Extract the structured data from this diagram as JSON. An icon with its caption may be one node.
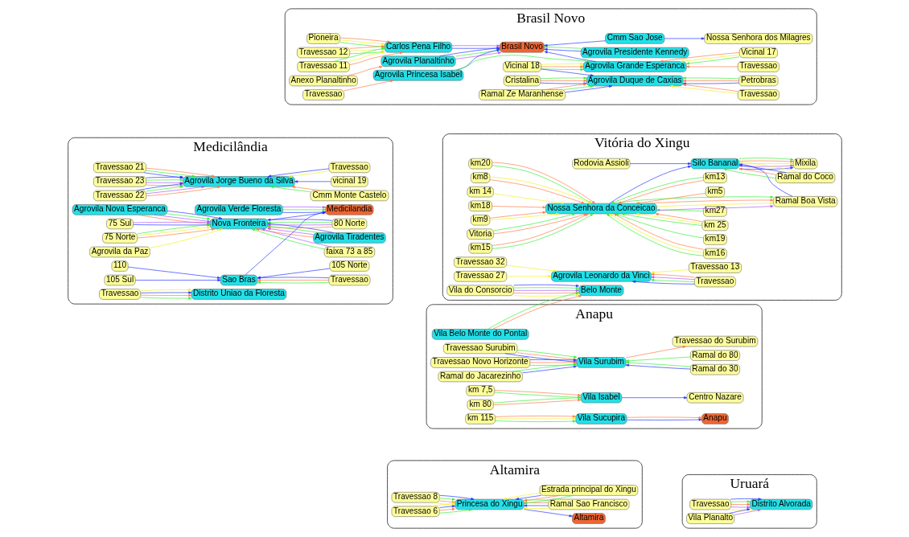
{
  "diagram": {
    "nodes": [
      {
        "text": [
          "Brasil Novo"
        ]
      },
      {
        "text": [
          "Pioneira"
        ],
        "in": 0
      },
      {
        "text": [
          "Travessao 12"
        ],
        "in": 0
      },
      {
        "text": [
          "Nossa Senhora dos Milagres"
        ],
        "in": 0
      },
      {
        "text": [
          "Carlos Pena Filho"
        ],
        "in": 0
      },
      {
        "text": [
          "Travessao 11"
        ],
        "in": 0
      },
      {
        "text": [
          "Anexo Planaltinho"
        ],
        "in": 0
      },
      {
        "text": [
          "Agrovila Planaltinho"
        ],
        "in": 0
      },
      {
        "text": [
          "Brasil Novo"
        ],
        "in": 0
      },
      {
        "text": [
          "Agrovila Presidente Kennedy"
        ],
        "in": 0
      },
      {
        "text": [
          "Cmm Sao Jose"
        ],
        "in": 0
      },
      {
        "text": [
          "Travessao"
        ],
        "in": 0
      },
      {
        "text": [
          "Agrovila Princesa Isabel"
        ],
        "in": 0
      },
      {
        "text": [
          "Vicinal 17"
        ],
        "in": 0
      },
      {
        "text": [
          "Agrovila Grande Esperanca"
        ],
        "in": 0
      },
      {
        "text": [
          "Vicinal 18"
        ],
        "in": 0
      },
      {
        "text": [
          "Travessao"
        ],
        "in": 0
      },
      {
        "text": [
          "Petrobras"
        ],
        "in": 0
      },
      {
        "text": [
          "Cristalina"
        ],
        "in": 0
      },
      {
        "text": [
          "Agrovila Duque de Caxias"
        ],
        "in": 0
      },
      {
        "text": [
          "Travessao"
        ],
        "in": 0
      },
      {
        "text": [
          "Ramal Ze Maranhense"
        ],
        "in": 0
      },
      {
        "text": [
          "Medicilândia"
        ]
      },
      {
        "text": [
          "Agrovila Nova Esperanca"
        ],
        "in": 22
      },
      {
        "text": [
          "Agrovila Tiradentes"
        ],
        "in": 22
      },
      {
        "text": [
          "Travessao 23"
        ],
        "in": 22
      },
      {
        "text": [
          "Cmm Monte Castelo"
        ],
        "in": 22
      },
      {
        "text": [
          "Travessao 22"
        ],
        "in": 22
      },
      {
        "text": [
          "75 Sul"
        ],
        "in": 22
      },
      {
        "text": [
          "80 Norte"
        ],
        "in": 22
      },
      {
        "text": [
          "vicinal 19"
        ],
        "in": 22
      },
      {
        "text": [
          "Agrovila Verde Floresta"
        ],
        "in": 22
      },
      {
        "text": [
          "Nova Fronteira"
        ],
        "in": 22
      },
      {
        "text": [
          "Agrovila Jorge Bueno da Silva"
        ],
        "in": 22
      },
      {
        "text": [
          "Medicilandia"
        ],
        "in": 22
      },
      {
        "text": [
          "Travessao 21"
        ],
        "in": 22
      },
      {
        "text": [
          "110"
        ],
        "in": 22
      },
      {
        "text": [
          "105 Norte"
        ],
        "in": 22
      },
      {
        "text": [
          "75 Norte"
        ],
        "in": 22
      },
      {
        "text": [
          "Travessao"
        ],
        "in": 22
      },
      {
        "text": [
          "faixa 73 a 85"
        ],
        "in": 22
      },
      {
        "text": [
          "Sao Bras"
        ],
        "in": 22
      },
      {
        "text": [
          "105 Sul"
        ],
        "in": 22
      },
      {
        "text": [
          "Travessao"
        ],
        "in": 22
      },
      {
        "text": [
          "Agrovila da Paz"
        ],
        "in": 22
      },
      {
        "text": [
          "Distrito Uniao da Floresta"
        ],
        "in": 22
      },
      {
        "text": [
          "Travessao"
        ],
        "in": 22
      },
      {
        "text": [
          "Vitória do Xingu"
        ]
      },
      {
        "text": [
          "km15"
        ],
        "in": 47
      },
      {
        "text": [
          "km16"
        ],
        "in": 47
      },
      {
        "text": [
          "km20"
        ],
        "in": 47
      },
      {
        "text": [
          "km19"
        ],
        "in": 47
      },
      {
        "text": [
          "km8"
        ],
        "in": 47
      },
      {
        "text": [
          "km 25"
        ],
        "in": 47
      },
      {
        "text": [
          "km 14"
        ],
        "in": 47
      },
      {
        "text": [
          "km27"
        ],
        "in": 47
      },
      {
        "text": [
          "Nossa Senhora da Conceicao"
        ],
        "in": 47
      },
      {
        "text": [
          "Ramal Boa Vista"
        ],
        "in": 47
      },
      {
        "text": [
          "km18"
        ],
        "in": 47
      },
      {
        "text": [
          "Rodovia Assioli"
        ],
        "in": 47
      },
      {
        "text": [
          "km5"
        ],
        "in": 47
      },
      {
        "text": [
          "km9"
        ],
        "in": 47
      },
      {
        "text": [
          "km13"
        ],
        "in": 47
      },
      {
        "text": [
          "Silo Bananal"
        ],
        "in": 47
      },
      {
        "text": [
          "Vitoria"
        ],
        "in": 47
      },
      {
        "text": [
          "Mixila"
        ],
        "in": 47
      },
      {
        "text": [
          "Ramal do Coco"
        ],
        "in": 47
      },
      {
        "text": [
          "Vila do Consorcio"
        ],
        "in": 47
      },
      {
        "text": [
          "Travessao 32"
        ],
        "in": 47
      },
      {
        "text": [
          "Travessao 13"
        ],
        "in": 47
      },
      {
        "text": [
          "Agrovila Leonardo da Vinci"
        ],
        "in": 47
      },
      {
        "text": [
          "Travessao 27"
        ],
        "in": 47
      },
      {
        "text": [
          "Belo Monte"
        ],
        "in": 47
      },
      {
        "text": [
          "Travessao"
        ],
        "in": 47
      },
      {
        "text": [
          "Anapu"
        ]
      },
      {
        "text": [
          "Ramal do Jacarezinho"
        ],
        "in": 74
      },
      {
        "text": [
          "km 7,5"
        ],
        "in": 74
      },
      {
        "text": [
          "Centro Nazare"
        ],
        "in": 74
      },
      {
        "text": [
          "Ramal do 30"
        ],
        "in": 74
      },
      {
        "text": [
          "Travessao Surubim"
        ],
        "in": 74
      },
      {
        "text": [
          "Vila Isabel"
        ],
        "in": 74
      },
      {
        "text": [
          "Vila Surubim"
        ],
        "in": 74
      },
      {
        "text": [
          "Ramal do 80"
        ],
        "in": 74
      },
      {
        "text": [
          "km 80"
        ],
        "in": 74
      },
      {
        "text": [
          "Vila Belo Monte do Pontal"
        ],
        "in": 74
      },
      {
        "text": [
          "Travessao Novo Horizonte"
        ],
        "in": 74
      },
      {
        "text": [
          "km 115"
        ],
        "in": 74
      },
      {
        "text": [
          "Travessao do Surubim"
        ],
        "in": 74
      },
      {
        "text": [
          "Vila Sucupira"
        ],
        "in": 74
      },
      {
        "text": [
          "Anapu"
        ],
        "in": 74
      },
      {
        "text": [
          "Altamira"
        ]
      },
      {
        "text": [
          "Travessao 8"
        ],
        "in": 90
      },
      {
        "text": [
          "Altamira"
        ],
        "in": 90
      },
      {
        "text": [
          "Ramal Sao Francisco"
        ],
        "in": 90
      },
      {
        "text": [
          "Princesa do Xingu"
        ],
        "in": 90
      },
      {
        "text": [
          "Travessao 6"
        ],
        "in": 90
      },
      {
        "text": [
          "Estrada principal do Xingu"
        ],
        "in": 90
      },
      {
        "text": [
          "Uruará"
        ]
      },
      {
        "text": [
          "Travessao"
        ],
        "in": 97
      },
      {
        "text": [
          "Vila Planalto"
        ],
        "in": 97
      },
      {
        "text": [
          "Distrito Alvorada"
        ],
        "in": 97
      }
    ],
    "edges": [
      {
        "from": 1,
        "to": 4,
        "arrow": "to",
        "color": "#33ee33"
      },
      {
        "from": 1,
        "to": 4,
        "arrow": "to",
        "color": "#f0f020"
      },
      {
        "from": 1,
        "to": 4,
        "arrow": "to",
        "color": "#ff7744"
      },
      {
        "from": 2,
        "to": 4,
        "arrow": "to",
        "color": "#33ee33"
      },
      {
        "from": 2,
        "to": 4,
        "arrow": "to",
        "color": "#f0f020"
      },
      {
        "from": 2,
        "to": 4,
        "arrow": "to",
        "color": "#ff7744"
      },
      {
        "from": 5,
        "to": 4,
        "arrow": "to",
        "color": "#ff7744"
      },
      {
        "from": 5,
        "to": 4,
        "arrow": "to",
        "color": "#f0f020"
      },
      {
        "from": 5,
        "to": 4,
        "arrow": "to",
        "color": "#33ee33"
      },
      {
        "from": 4,
        "to": 8,
        "arrow": "to",
        "color": "#2233ff"
      },
      {
        "from": 4,
        "to": 8,
        "arrow": "to",
        "color": "#aa55ff"
      },
      {
        "from": 10,
        "to": 3,
        "arrow": "to",
        "color": "#2233ff"
      },
      {
        "from": 10,
        "to": 8,
        "arrow": "to",
        "color": "#2233ff"
      },
      {
        "from": 6,
        "to": 7,
        "arrow": "to",
        "color": "#ff7744"
      },
      {
        "from": 7,
        "to": 8,
        "arrow": "to",
        "color": "#aa55ff"
      },
      {
        "from": 7,
        "to": 8,
        "arrow": "to",
        "color": "#33ee33"
      },
      {
        "from": 7,
        "to": 8,
        "arrow": "to",
        "color": "#2233ff"
      },
      {
        "from": 9,
        "to": 8,
        "arrow": "to",
        "color": "#2233ff"
      },
      {
        "from": 9,
        "to": 8,
        "arrow": "to",
        "color": "#33ee33"
      },
      {
        "from": 12,
        "to": 8,
        "arrow": "to",
        "color": "#2233ff"
      },
      {
        "from": 11,
        "to": 12,
        "arrow": "to",
        "color": "#ff7744"
      },
      {
        "from": 12,
        "to": 14,
        "arrow": "to",
        "color": "#33ee33"
      },
      {
        "from": 14,
        "to": 8,
        "arrow": "to",
        "color": "#2233ff"
      },
      {
        "from": 13,
        "to": 14,
        "arrow": "to",
        "color": "#33ee33"
      },
      {
        "from": 13,
        "to": 14,
        "arrow": "to",
        "color": "#f0f020"
      },
      {
        "from": 13,
        "to": 14,
        "arrow": "to",
        "color": "#ff7744"
      },
      {
        "from": 15,
        "to": 14,
        "arrow": "to",
        "color": "#33ee33"
      },
      {
        "from": 15,
        "to": 14,
        "arrow": "to",
        "color": "#ff7744"
      },
      {
        "from": 15,
        "to": 14,
        "arrow": "to",
        "color": "#f0f020"
      },
      {
        "from": 16,
        "to": 14,
        "arrow": "to",
        "color": "#ff7744"
      },
      {
        "from": 15,
        "to": 19,
        "arrow": "to",
        "color": "#2233ff"
      },
      {
        "from": 17,
        "to": 19,
        "arrow": "to",
        "color": "#2233ff"
      },
      {
        "from": 17,
        "to": 19,
        "arrow": "to",
        "color": "#ff7744"
      },
      {
        "from": 17,
        "to": 19,
        "arrow": "to",
        "color": "#33ee33"
      },
      {
        "from": 18,
        "to": 19,
        "arrow": "to",
        "color": "#2233ff"
      },
      {
        "from": 18,
        "to": 19,
        "arrow": "to",
        "color": "#ff7744"
      },
      {
        "from": 18,
        "to": 19,
        "arrow": "to",
        "color": "#33ee33"
      },
      {
        "from": 20,
        "to": 19,
        "arrow": "to",
        "color": "#f0f020"
      },
      {
        "from": 20,
        "to": 19,
        "arrow": "to",
        "color": "#ff7744"
      },
      {
        "from": 21,
        "to": 19,
        "arrow": "to",
        "color": "#2233ff"
      },
      {
        "from": 21,
        "to": 19,
        "arrow": "to",
        "color": "#33ee33"
      },
      {
        "from": 21,
        "to": 19,
        "arrow": "to",
        "color": "#ff7744"
      },
      {
        "from": 23,
        "to": 32,
        "arrow": "to",
        "color": "#ff7744"
      },
      {
        "from": 23,
        "to": 32,
        "arrow": "to",
        "color": "#aa55ff"
      },
      {
        "from": 23,
        "to": 32,
        "arrow": "to",
        "color": "#33ee33"
      },
      {
        "from": 23,
        "to": 32,
        "arrow": "to",
        "color": "#2233ff"
      },
      {
        "from": 32,
        "to": 34,
        "arrow": "to",
        "color": "#2233ff"
      },
      {
        "from": 31,
        "to": 34,
        "arrow": "to",
        "color": "#2233ff"
      },
      {
        "from": 31,
        "to": 34,
        "arrow": "to",
        "color": "#33ee33"
      },
      {
        "from": 31,
        "to": 34,
        "arrow": "to",
        "color": "#aa55ff"
      },
      {
        "from": 24,
        "to": 32,
        "arrow": "to",
        "color": "#ff7744"
      },
      {
        "from": 24,
        "to": 32,
        "arrow": "to",
        "color": "#aa55ff"
      },
      {
        "from": 24,
        "to": 32,
        "arrow": "to",
        "color": "#33ee33"
      },
      {
        "from": 24,
        "to": 32,
        "arrow": "to",
        "color": "#2233ff"
      },
      {
        "from": 28,
        "to": 32,
        "arrow": "to",
        "color": "#2233ff"
      },
      {
        "from": 28,
        "to": 32,
        "arrow": "to",
        "color": "#aa55ff"
      },
      {
        "from": 29,
        "to": 32,
        "arrow": "to",
        "color": "#ff7744"
      },
      {
        "from": 29,
        "to": 32,
        "arrow": "to",
        "color": "#aa55ff"
      },
      {
        "from": 29,
        "to": 32,
        "arrow": "to",
        "color": "#33ee33"
      },
      {
        "from": 29,
        "to": 32,
        "arrow": "to",
        "color": "#2233ff"
      },
      {
        "from": 38,
        "to": 32,
        "arrow": "to",
        "color": "#ff7744"
      },
      {
        "from": 38,
        "to": 32,
        "arrow": "to",
        "color": "#f0f020"
      },
      {
        "from": 38,
        "to": 32,
        "arrow": "to",
        "color": "#33ee33"
      },
      {
        "from": 40,
        "to": 32,
        "arrow": "to",
        "color": "#33ee33"
      },
      {
        "from": 40,
        "to": 32,
        "arrow": "to",
        "color": "#aa55ff"
      },
      {
        "from": 44,
        "to": 32,
        "arrow": "to",
        "color": "#f0f020"
      },
      {
        "from": 25,
        "to": 33,
        "arrow": "to",
        "color": "#ff7744"
      },
      {
        "from": 25,
        "to": 33,
        "arrow": "to",
        "color": "#aa55ff"
      },
      {
        "from": 25,
        "to": 33,
        "arrow": "to",
        "color": "#33ee33"
      },
      {
        "from": 25,
        "to": 33,
        "arrow": "to",
        "color": "#2233ff"
      },
      {
        "from": 26,
        "to": 33,
        "arrow": "to",
        "color": "#33ee33"
      },
      {
        "from": 26,
        "to": 33,
        "arrow": "to",
        "color": "#ff7744"
      },
      {
        "from": 27,
        "to": 33,
        "arrow": "to",
        "color": "#ff7744"
      },
      {
        "from": 27,
        "to": 33,
        "arrow": "to",
        "color": "#aa55ff"
      },
      {
        "from": 27,
        "to": 33,
        "arrow": "to",
        "color": "#33ee33"
      },
      {
        "from": 27,
        "to": 33,
        "arrow": "to",
        "color": "#2233ff"
      },
      {
        "from": 30,
        "to": 33,
        "arrow": "to",
        "color": "#2233ff"
      },
      {
        "from": 35,
        "to": 33,
        "arrow": "to",
        "color": "#2233ff"
      },
      {
        "from": 35,
        "to": 33,
        "arrow": "to",
        "color": "#33ee33"
      },
      {
        "from": 35,
        "to": 33,
        "arrow": "to",
        "color": "#ff7744"
      },
      {
        "from": 39,
        "to": 33,
        "arrow": "to",
        "color": "#f0f020"
      },
      {
        "from": 39,
        "to": 33,
        "arrow": "to",
        "color": "#2233ff"
      },
      {
        "from": 36,
        "to": 41,
        "arrow": "to",
        "color": "#2233ff"
      },
      {
        "from": 37,
        "to": 41,
        "arrow": "to",
        "color": "#2233ff"
      },
      {
        "from": 42,
        "to": 41,
        "arrow": "to",
        "color": "#2233ff"
      },
      {
        "from": 43,
        "to": 41,
        "arrow": "to",
        "color": "#33ee33"
      },
      {
        "from": 43,
        "to": 41,
        "arrow": "to",
        "color": "#ff7744"
      },
      {
        "from": 43,
        "to": 41,
        "arrow": "to",
        "color": "#2233ff"
      },
      {
        "from": 41,
        "to": 34,
        "arrow": "to",
        "color": "#2233ff"
      },
      {
        "from": 46,
        "to": 45,
        "arrow": "to",
        "color": "#33ee33"
      },
      {
        "from": 46,
        "to": 45,
        "arrow": "to",
        "color": "#ff7744"
      },
      {
        "from": 46,
        "to": 45,
        "arrow": "to",
        "color": "#2233ff"
      },
      {
        "from": 46,
        "to": 45,
        "arrow": "to",
        "color": "#f0f020"
      },
      {
        "from": 48,
        "to": 56,
        "arrow": "to",
        "color": "#33ee33"
      },
      {
        "from": 48,
        "to": 56,
        "arrow": "to",
        "color": "#ff7744"
      },
      {
        "from": 49,
        "to": 56,
        "arrow": "to",
        "color": "#33ee33"
      },
      {
        "from": 49,
        "to": 56,
        "arrow": "to",
        "color": "#f0f020"
      },
      {
        "from": 49,
        "to": 56,
        "arrow": "to",
        "color": "#ff7744"
      },
      {
        "from": 50,
        "to": 56,
        "arrow": "to",
        "color": "#33ee33"
      },
      {
        "from": 50,
        "to": 56,
        "arrow": "to",
        "color": "#ff7744"
      },
      {
        "from": 51,
        "to": 56,
        "arrow": "to",
        "color": "#33ee33"
      },
      {
        "from": 52,
        "to": 56,
        "arrow": "to",
        "color": "#ff7744"
      },
      {
        "from": 52,
        "to": 56,
        "arrow": "to",
        "color": "#f0f020"
      },
      {
        "from": 53,
        "to": 56,
        "arrow": "to",
        "color": "#33ee33"
      },
      {
        "from": 53,
        "to": 56,
        "arrow": "to",
        "color": "#f0f020"
      },
      {
        "from": 53,
        "to": 56,
        "arrow": "to",
        "color": "#ff7744"
      },
      {
        "from": 54,
        "to": 56,
        "arrow": "to",
        "color": "#f0f020"
      },
      {
        "from": 55,
        "to": 56,
        "arrow": "to",
        "color": "#33ee33"
      },
      {
        "from": 56,
        "to": 57,
        "arrow": "to",
        "color": "#aa55ff"
      },
      {
        "from": 56,
        "to": 57,
        "arrow": "to",
        "color": "#f0f020"
      },
      {
        "from": 56,
        "to": 57,
        "arrow": "to",
        "color": "#ff7744"
      },
      {
        "from": 56,
        "to": 57,
        "arrow": "to",
        "color": "#33ee33"
      },
      {
        "from": 58,
        "to": 56,
        "arrow": "to",
        "color": "#ff7744"
      },
      {
        "from": 60,
        "to": 56,
        "arrow": "to",
        "color": "#ff7744"
      },
      {
        "from": 61,
        "to": 56,
        "arrow": "to",
        "color": "#f0f020"
      },
      {
        "from": 61,
        "to": 56,
        "arrow": "to",
        "color": "#ff7744"
      },
      {
        "from": 62,
        "to": 56,
        "arrow": "to",
        "color": "#ff7744"
      },
      {
        "from": 62,
        "to": 56,
        "arrow": "to",
        "color": "#33ee33"
      },
      {
        "from": 64,
        "to": 56,
        "arrow": "to",
        "color": "#ff7744"
      },
      {
        "from": 64,
        "to": 56,
        "arrow": "to",
        "color": "#33ee33"
      },
      {
        "from": 56,
        "to": 63,
        "arrow": "to",
        "color": "#2233ff"
      },
      {
        "from": 57,
        "to": 63,
        "arrow": "to",
        "color": "#2233ff"
      },
      {
        "from": 59,
        "to": 63,
        "arrow": "to",
        "color": "#2233ff"
      },
      {
        "from": 63,
        "to": 65,
        "arrow": "to",
        "color": "#2233ff"
      },
      {
        "from": 63,
        "to": 65,
        "arrow": "to",
        "color": "#aa55ff"
      },
      {
        "from": 63,
        "to": 65,
        "arrow": "to",
        "color": "#f0f020"
      },
      {
        "from": 63,
        "to": 65,
        "arrow": "to",
        "color": "#ff7744"
      },
      {
        "from": 63,
        "to": 65,
        "arrow": "to",
        "color": "#33ee33"
      },
      {
        "from": 66,
        "to": 63,
        "arrow": "to",
        "color": "#33ee33"
      },
      {
        "from": 66,
        "to": 63,
        "arrow": "to",
        "color": "#ff7744"
      },
      {
        "from": 66,
        "to": 63,
        "arrow": "to",
        "color": "#2233ff"
      },
      {
        "from": 66,
        "to": 63,
        "arrow": "to",
        "color": "#f0f020"
      },
      {
        "from": 67,
        "to": 72,
        "arrow": "to",
        "color": "#f0f020"
      },
      {
        "from": 67,
        "to": 72,
        "arrow": "to",
        "color": "#ff7744"
      },
      {
        "from": 67,
        "to": 72,
        "arrow": "to",
        "color": "#aa55ff"
      },
      {
        "from": 67,
        "to": 72,
        "arrow": "to",
        "color": "#33ee33"
      },
      {
        "from": 67,
        "to": 72,
        "arrow": "to",
        "color": "#2233ff"
      },
      {
        "from": 68,
        "to": 70,
        "arrow": "to",
        "color": "#f0f020"
      },
      {
        "from": 69,
        "to": 70,
        "arrow": "to",
        "color": "#f0f020"
      },
      {
        "from": 71,
        "to": 70,
        "arrow": "to",
        "color": "#f0f020"
      },
      {
        "from": 73,
        "to": 70,
        "arrow": "to",
        "color": "#2233ff"
      },
      {
        "from": 73,
        "to": 70,
        "arrow": "to",
        "color": "#33ee33"
      },
      {
        "from": 73,
        "to": 70,
        "arrow": "to",
        "color": "#aa55ff"
      },
      {
        "from": 73,
        "to": 70,
        "arrow": "to",
        "color": "#ff7744"
      },
      {
        "from": 75,
        "to": 81,
        "arrow": "to",
        "color": "#2233ff"
      },
      {
        "from": 75,
        "to": 81,
        "arrow": "to",
        "color": "#33ee33"
      },
      {
        "from": 78,
        "to": 81,
        "arrow": "to",
        "color": "#2233ff"
      },
      {
        "from": 78,
        "to": 81,
        "arrow": "to",
        "color": "#33ee33"
      },
      {
        "from": 79,
        "to": 81,
        "arrow": "to",
        "color": "#2233ff"
      },
      {
        "from": 79,
        "to": 81,
        "arrow": "to",
        "color": "#ff7744"
      },
      {
        "from": 79,
        "to": 81,
        "arrow": "to",
        "color": "#33ee33"
      },
      {
        "from": 82,
        "to": 81,
        "arrow": "to",
        "color": "#33ee33"
      },
      {
        "from": 85,
        "to": 81,
        "arrow": "to",
        "color": "#33ee33"
      },
      {
        "from": 85,
        "to": 81,
        "arrow": "to",
        "color": "#ff7744"
      },
      {
        "from": 85,
        "to": 81,
        "arrow": "to",
        "color": "#2233ff"
      },
      {
        "from": 81,
        "to": 87,
        "arrow": "to",
        "color": "#ff7744"
      },
      {
        "from": 76,
        "to": 80,
        "arrow": "to",
        "color": "#33ee33"
      },
      {
        "from": 76,
        "to": 80,
        "arrow": "to",
        "color": "#ff7744"
      },
      {
        "from": 83,
        "to": 80,
        "arrow": "to",
        "color": "#ff7744"
      },
      {
        "from": 83,
        "to": 80,
        "arrow": "to",
        "color": "#33ee33"
      },
      {
        "from": 80,
        "to": 77,
        "arrow": "to",
        "color": "#2233ff"
      },
      {
        "from": 84,
        "to": 72,
        "arrow": "to",
        "color": "#ff7744"
      },
      {
        "from": 84,
        "to": 72,
        "arrow": "to",
        "color": "#33ee33"
      },
      {
        "from": 86,
        "to": 88,
        "arrow": "to",
        "color": "#33ee33"
      },
      {
        "from": 86,
        "to": 88,
        "arrow": "to",
        "color": "#f0f020"
      },
      {
        "from": 86,
        "to": 88,
        "arrow": "to",
        "color": "#ff7744"
      },
      {
        "from": 88,
        "to": 89,
        "arrow": "to",
        "color": "#2233ff"
      },
      {
        "from": 88,
        "to": 89,
        "arrow": "to",
        "color": "#ff7744"
      },
      {
        "from": 91,
        "to": 94,
        "arrow": "to",
        "color": "#f0f020"
      },
      {
        "from": 91,
        "to": 94,
        "arrow": "to",
        "color": "#ff7744"
      },
      {
        "from": 91,
        "to": 94,
        "arrow": "to",
        "color": "#33ee33"
      },
      {
        "from": 91,
        "to": 94,
        "arrow": "to",
        "color": "#2233ff"
      },
      {
        "from": 94,
        "to": 92,
        "arrow": "to",
        "color": "#2233ff"
      },
      {
        "from": 93,
        "to": 94,
        "arrow": "to",
        "color": "#f0f020"
      },
      {
        "from": 93,
        "to": 94,
        "arrow": "to",
        "color": "#2233ff"
      },
      {
        "from": 93,
        "to": 94,
        "arrow": "to",
        "color": "#ff7744"
      },
      {
        "from": 93,
        "to": 94,
        "arrow": "to",
        "color": "#33ee33"
      },
      {
        "from": 95,
        "to": 94,
        "arrow": "to",
        "color": "#33ee33"
      },
      {
        "from": 95,
        "to": 94,
        "arrow": "to",
        "color": "#ff7744"
      },
      {
        "from": 95,
        "to": 94,
        "arrow": "to",
        "color": "#2233ff"
      },
      {
        "from": 95,
        "to": 94,
        "arrow": "to",
        "color": "#f0f020"
      },
      {
        "from": 96,
        "to": 94,
        "arrow": "to",
        "color": "#33ee33"
      },
      {
        "from": 96,
        "to": 94,
        "arrow": "to",
        "color": "#ff7744"
      },
      {
        "from": 96,
        "to": 94,
        "arrow": "to",
        "color": "#2233ff"
      },
      {
        "from": 96,
        "to": 94,
        "arrow": "to",
        "color": "#f0f020"
      },
      {
        "from": 98,
        "to": 100,
        "arrow": "to",
        "color": "#f0f020"
      },
      {
        "from": 98,
        "to": 100,
        "arrow": "to",
        "color": "#aa55ff"
      },
      {
        "from": 98,
        "to": 100,
        "arrow": "to",
        "color": "#ff7744"
      },
      {
        "from": 98,
        "to": 100,
        "arrow": "to",
        "color": "#33ee33"
      },
      {
        "from": 98,
        "to": 100,
        "arrow": "to",
        "color": "#2233ff"
      },
      {
        "from": 99,
        "to": 100,
        "arrow": "to",
        "color": "#aa55ff"
      },
      {
        "from": 99,
        "to": 100,
        "arrow": "to",
        "color": "#2233ff"
      }
    ]
  }
}
